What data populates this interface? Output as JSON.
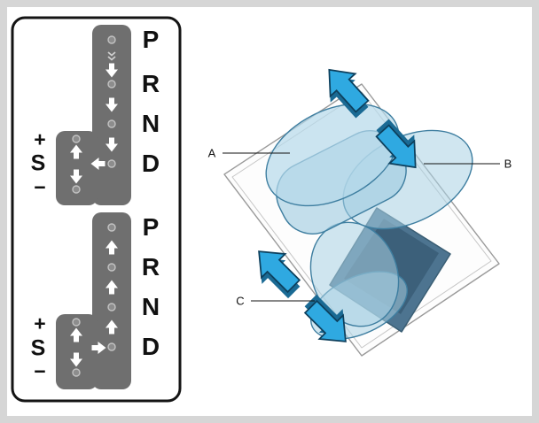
{
  "shift_panel": {
    "down_diagram": {
      "gears": [
        "P",
        "R",
        "N",
        "D"
      ],
      "sport": {
        "plus": "+",
        "s": "S",
        "minus": "−"
      }
    },
    "up_diagram": {
      "gears": [
        "P",
        "R",
        "N",
        "D"
      ],
      "sport": {
        "plus": "+",
        "s": "S",
        "minus": "−"
      }
    }
  },
  "illustration": {
    "callouts": [
      {
        "label": "A"
      },
      {
        "label": "B"
      },
      {
        "label": "C"
      }
    ]
  },
  "colors": {
    "frame_gray": "#d6d6d6",
    "gate_gray": "#6f6f6f",
    "arrow_blue": "#2fa9e1",
    "arrow_blue_dark": "#1a6a94",
    "knob_blue": "#a9d2e4",
    "slot_blue": "#4d7490"
  }
}
